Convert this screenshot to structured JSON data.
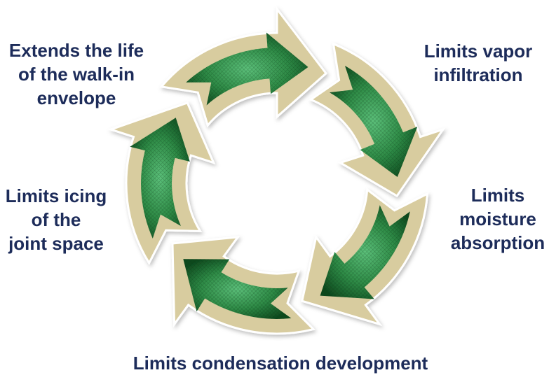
{
  "labels": {
    "top_left": [
      "Extends the life",
      "of the walk-in",
      "envelope"
    ],
    "top_right": [
      "Limits vapor",
      "infiltration"
    ],
    "right": [
      "Limits",
      "moisture",
      "absorption"
    ],
    "bottom": "Limits condensation development",
    "left": [
      "Limits icing",
      "of the",
      "joint space"
    ]
  },
  "colors": {
    "text": "#1d2c5a",
    "frame": "#d8cc9f",
    "green": "#2e8a45",
    "green_dark": "#0f4a1f"
  }
}
